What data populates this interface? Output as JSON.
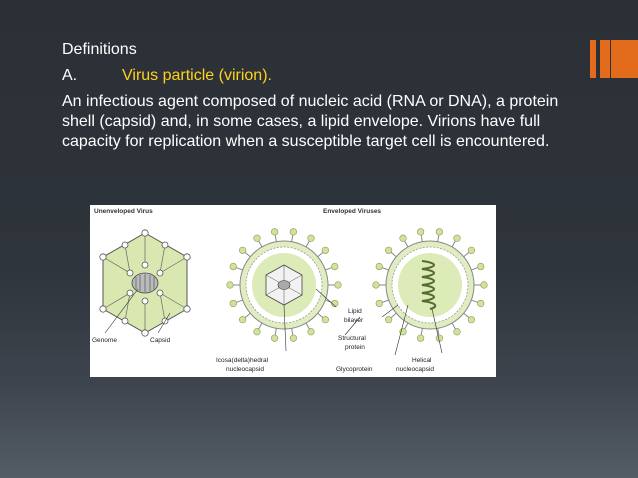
{
  "slide": {
    "heading": "Definitions",
    "item": {
      "letter": "A.",
      "title": "Virus particle (virion)."
    },
    "paragraph": "An infectious agent composed of nucleic acid (RNA or DNA), a protein shell (capsid) and, in some cases, a lipid envelope. Virions have full capacity for replication when a susceptible target cell is encountered."
  },
  "figure": {
    "panel_left_title": "Unenveloped Virus",
    "panel_right_title": "Enveloped Viruses",
    "labels": {
      "genome": "Genome",
      "capsid": "Capsid",
      "lipid_bilayer_1": "Lipid",
      "lipid_bilayer_2": "bilayer",
      "structural_protein_1": "Structural",
      "structural_protein_2": "protein",
      "icosahedral_1": "Icosa(delta)hedral",
      "icosahedral_2": "nucleocapsid",
      "glycoprotein": "Glycoprotein",
      "helical_1": "Helical",
      "helical_2": "nucleocapsid"
    }
  },
  "colors": {
    "accent": "#e36c1c",
    "highlight": "#ffd11a",
    "text": "#ffffff"
  }
}
